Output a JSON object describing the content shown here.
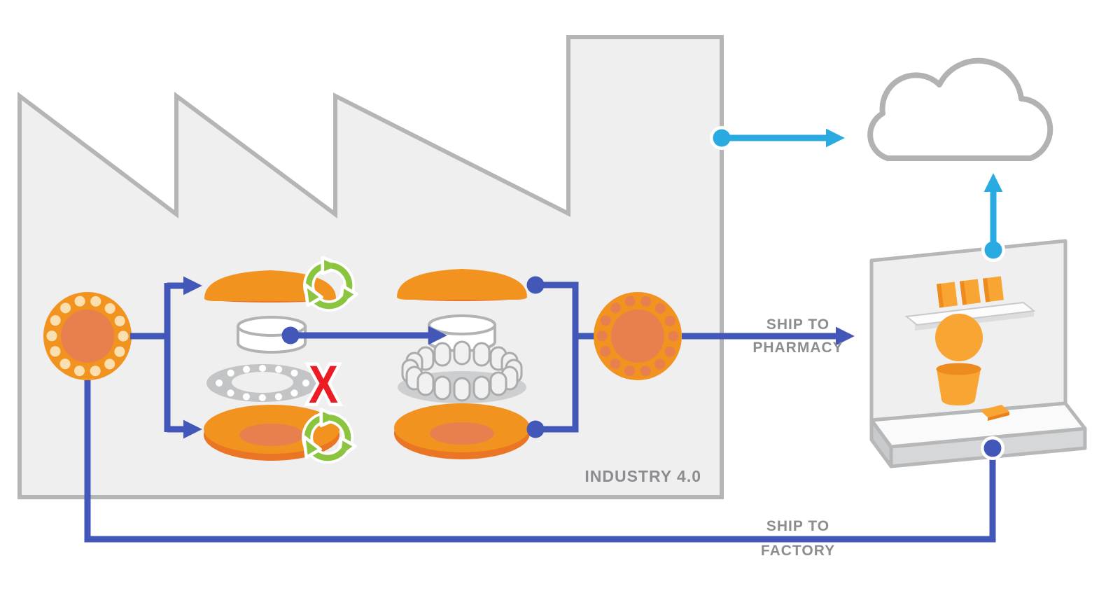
{
  "diagram": {
    "name": "industry-4.0-pharmacy-supply-chain",
    "factory": {
      "label": "INDUSTRY 4.0"
    },
    "flows": {
      "ship_to_pharmacy": {
        "line1": "SHIP TO",
        "line2": "PHARMACY"
      },
      "ship_to_factory": {
        "line1": "SHIP TO",
        "line2": "FACTORY"
      }
    },
    "rejected_mark": "X",
    "icons": {
      "factory": "factory-building-outline",
      "cloud": "cloud-outline",
      "rotary_carousel": "orange-dotted-wheel",
      "device_cap": "orange-cap",
      "canister": "white-canister",
      "empty_capsule_ring": "gray-ring-with-empty-slots",
      "filled_capsule_ring": "ring-of-white-capsules",
      "base_dish": "orange-dish",
      "recycle": "green-recycle-arrows",
      "rejected": "red-x-mark",
      "pharmacy": "pharmacy-counter-with-pharmacist",
      "connector_dot": "node-dot"
    },
    "colors": {
      "blue": "#4357b8",
      "cyan": "#29abe2",
      "orange": "#f2921f",
      "orange_deep": "#e87f4f",
      "orange_light": "#f9a533",
      "orange_lip": "#e9752d",
      "cream": "#fadfb0",
      "green": "#8bc53f",
      "red": "#ed1c24",
      "outline_gray": "#b3b5b7",
      "fill_gray": "#efefef",
      "text_gray": "#8b8d90"
    }
  }
}
